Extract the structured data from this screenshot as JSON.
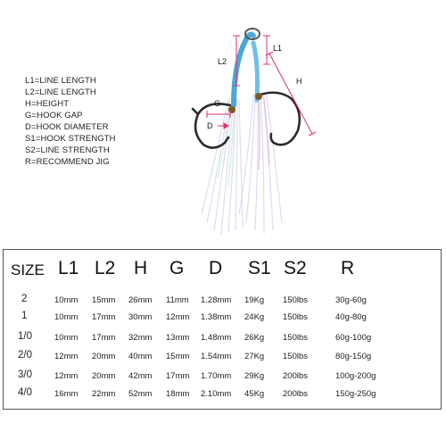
{
  "legend": [
    "L1=LINE LENGTH",
    "L2=LINE LENGTH",
    "H=HEIGHT",
    "G=HOOK GAP",
    "D=HOOK DIAMETER",
    "S1=HOOK STRENGTH",
    "S2=LINE STRENGTH",
    "R=RECOMMEND JIG"
  ],
  "dimension_labels": {
    "l1": "L1",
    "l2": "L2",
    "h": "H",
    "g": "G",
    "d": "D"
  },
  "colors": {
    "dimension_line": "#e0306a",
    "braid": "#4aa8d8",
    "hook": "#2b2b2b",
    "skirt": "#e4e2f2"
  },
  "table": {
    "headers": [
      "SIZE",
      "L1",
      "L2",
      "H",
      "G",
      "D",
      "S1",
      "S2",
      "R"
    ],
    "rows": [
      [
        "2",
        "10mm",
        "15mm",
        "26mm",
        "11mm",
        "1.28mm",
        "19Kg",
        "150lbs",
        "30g-60g"
      ],
      [
        "1",
        "10mm",
        "17mm",
        "30mm",
        "12mm",
        "1.38mm",
        "24Kg",
        "150lbs",
        "40g-80g"
      ],
      [
        "1/0",
        "10mm",
        "17mm",
        "32mm",
        "13mm",
        "1.48mm",
        "26Kg",
        "150lbs",
        "60g-100g"
      ],
      [
        "2/0",
        "12mm",
        "20mm",
        "40mm",
        "15mm",
        "1.54mm",
        "27Kg",
        "150lbs",
        "80g-150g"
      ],
      [
        "3/0",
        "12mm",
        "20mm",
        "42mm",
        "17mm",
        "1.70mm",
        "29Kg",
        "200lbs",
        "100g-200g"
      ],
      [
        "4/0",
        "16mm",
        "22mm",
        "52mm",
        "18mm",
        "2.10mm",
        "45Kg",
        "200lbs",
        "150g-250g"
      ]
    ]
  }
}
